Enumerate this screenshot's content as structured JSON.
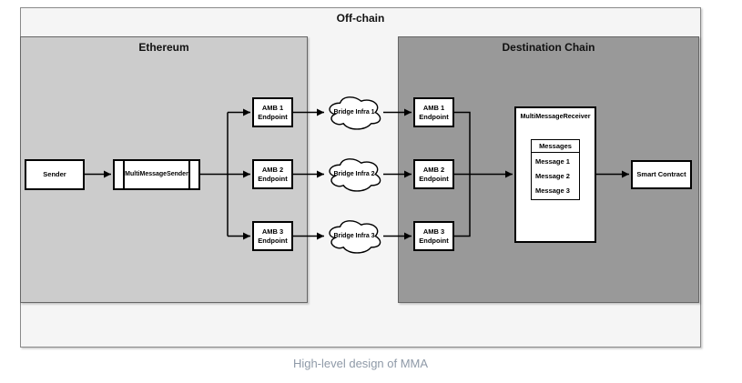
{
  "caption": "High-level design of MMA",
  "diagram": {
    "offchain_label": "Off-chain",
    "ethereum_label": "Ethereum",
    "destination_label": "Destination Chain",
    "sender_label": "Sender",
    "mms_label": "MultiMessageSender",
    "src_endpoints": [
      {
        "line1": "AMB 1",
        "line2": "Endpoint"
      },
      {
        "line1": "AMB 2",
        "line2": "Endpoint"
      },
      {
        "line1": "AMB 3",
        "line2": "Endpoint"
      }
    ],
    "bridges": [
      "Bridge Infra 1",
      "Bridge Infra 2",
      "Bridge Infra 3"
    ],
    "dst_endpoints": [
      {
        "line1": "AMB 1",
        "line2": "Endpoint"
      },
      {
        "line1": "AMB 2",
        "line2": "Endpoint"
      },
      {
        "line1": "AMB 3",
        "line2": "Endpoint"
      }
    ],
    "receiver": {
      "title": "MultiMessageReceiver",
      "messages_header": "Messages",
      "messages": [
        "Message 1",
        "Message 2",
        "Message 3"
      ]
    },
    "smart_contract_label": "Smart Contract",
    "colors": {
      "outer_fill": "#f5f5f5",
      "ethereum_fill": "#cccccc",
      "destination_fill": "#999999",
      "node_border": "#000000",
      "caption_text": "#8f9aa8"
    }
  }
}
